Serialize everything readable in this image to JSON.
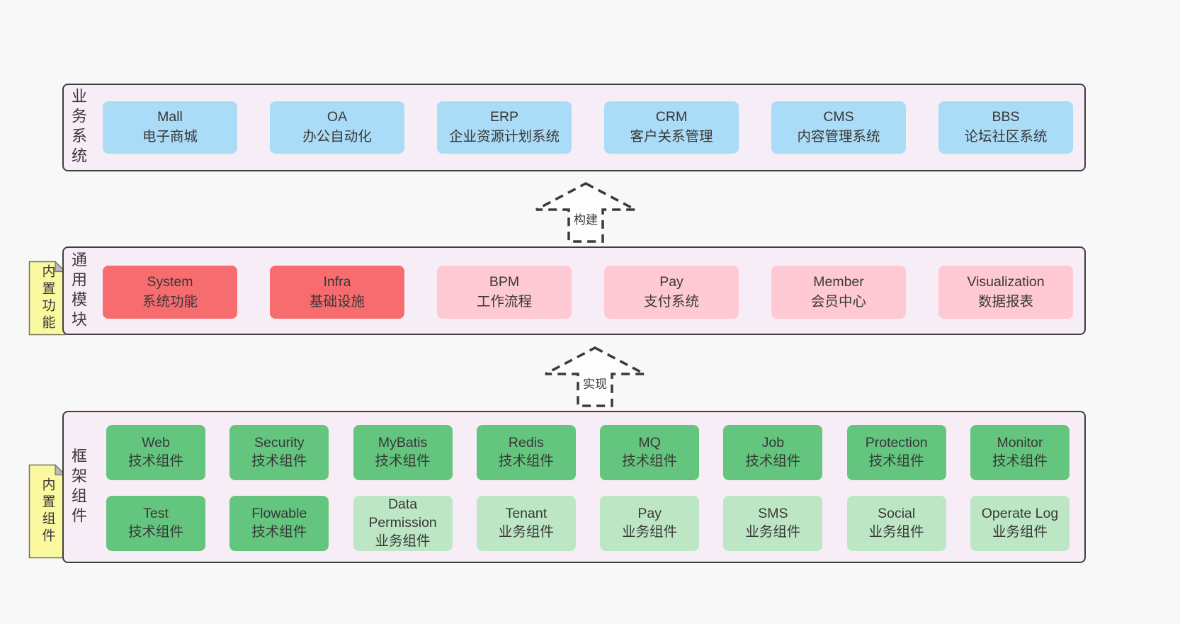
{
  "page": {
    "background": "#f8f8f8"
  },
  "colors": {
    "pageBg": "#f8f8f8",
    "bandBg": "#f7edf6",
    "border": "#3f3f3f",
    "text": "#383838",
    "blue": "#abdcf7",
    "red": "#f76c6f",
    "pink": "#ffc9d3",
    "green": "#64c57e",
    "greenLight": "#bde7c4",
    "yellow": "#fbf9a0",
    "foldGray": "#b9b9b9",
    "noteBorder": "#73735a",
    "arrowFill": "#fdfdfd"
  },
  "bands": {
    "business": {
      "label": "业务系统",
      "boxes": [
        {
          "name": "Mall",
          "subtitle": "电子商城"
        },
        {
          "name": "OA",
          "subtitle": "办公自动化"
        },
        {
          "name": "ERP",
          "subtitle": "企业资源计划系统"
        },
        {
          "name": "CRM",
          "subtitle": "客户关系管理"
        },
        {
          "name": "CMS",
          "subtitle": "内容管理系统"
        },
        {
          "name": "BBS",
          "subtitle": "论坛社区系统"
        }
      ]
    },
    "modules": {
      "label": "通用模块",
      "note": "内置功能",
      "boxes": [
        {
          "name": "System",
          "subtitle": "系统功能"
        },
        {
          "name": "Infra",
          "subtitle": "基础设施"
        },
        {
          "name": "BPM",
          "subtitle": "工作流程"
        },
        {
          "name": "Pay",
          "subtitle": "支付系统"
        },
        {
          "name": "Member",
          "subtitle": "会员中心"
        },
        {
          "name": "Visualization",
          "subtitle": "数据报表"
        }
      ]
    },
    "framework": {
      "label": "框架组件",
      "note": "内置组件",
      "rows": [
        [
          {
            "name": "Web",
            "subtitle": "技术组件"
          },
          {
            "name": "Security",
            "subtitle": "技术组件"
          },
          {
            "name": "MyBatis",
            "subtitle": "技术组件"
          },
          {
            "name": "Redis",
            "subtitle": "技术组件"
          },
          {
            "name": "MQ",
            "subtitle": "技术组件"
          },
          {
            "name": "Job",
            "subtitle": "技术组件"
          },
          {
            "name": "Protection",
            "subtitle": "技术组件"
          },
          {
            "name": "Monitor",
            "subtitle": "技术组件"
          }
        ],
        [
          {
            "name": "Test",
            "subtitle": "技术组件"
          },
          {
            "name": "Flowable",
            "subtitle": "技术组件"
          },
          {
            "name": "Data Permission",
            "subtitle": "业务组件"
          },
          {
            "name": "Tenant",
            "subtitle": "业务组件"
          },
          {
            "name": "Pay",
            "subtitle": "业务组件"
          },
          {
            "name": "SMS",
            "subtitle": "业务组件"
          },
          {
            "name": "Social",
            "subtitle": "业务组件"
          },
          {
            "name": "Operate Log",
            "subtitle": "业务组件"
          }
        ]
      ]
    }
  },
  "arrows": {
    "build": {
      "label": "构建"
    },
    "implement": {
      "label": "实现"
    }
  }
}
